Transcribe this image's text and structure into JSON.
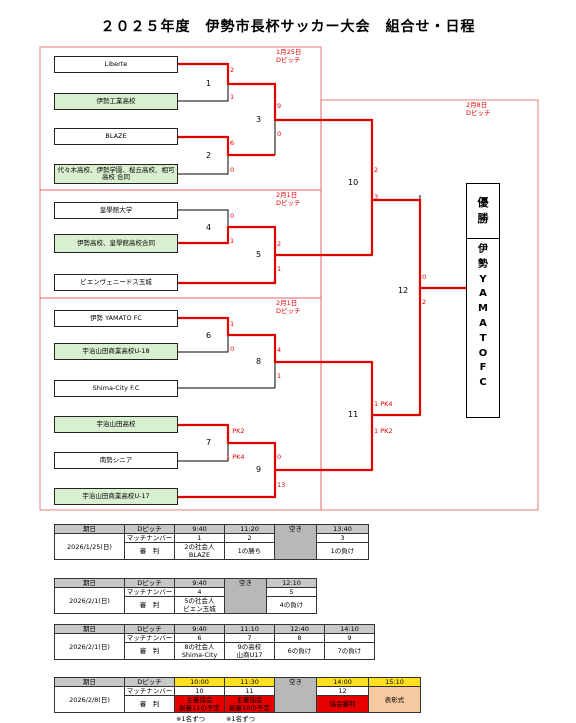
{
  "title": "２０２５年度　伊勢市長杯サッカー大会　組合せ・日程",
  "bracket": {
    "teams": [
      {
        "label": "Liberte",
        "green": false
      },
      {
        "label": "伊勢工業高校",
        "green": true
      },
      {
        "label": "BLAZE",
        "green": false
      },
      {
        "label": "代々木高校、伊勢学園、桜丘高校、相可高校 合同",
        "green": true
      },
      {
        "label": "皇學館大学",
        "green": false
      },
      {
        "label": "伊勢高校、皇學館高校合同",
        "green": true
      },
      {
        "label": "ビエンヴェニードス玉城",
        "green": false
      },
      {
        "label": "伊勢 YAMATO FC",
        "green": false
      },
      {
        "label": "宇治山田商業高校U-18",
        "green": true
      },
      {
        "label": "Shima-City F.C",
        "green": false
      },
      {
        "label": "宇治山田高校",
        "green": true
      },
      {
        "label": "南勢シニア",
        "green": false
      },
      {
        "label": "宇治山田商業高校U-17",
        "green": true
      }
    ],
    "match_numbers": [
      "1",
      "2",
      "3",
      "4",
      "5",
      "6",
      "7",
      "8",
      "9",
      "10",
      "11",
      "12"
    ],
    "scores": [
      "2",
      "1",
      "6",
      "0",
      "9",
      "0",
      "0",
      "1",
      "1",
      "2",
      "1",
      "0",
      "4",
      "1",
      "1 PK2",
      "1 PK4",
      "0",
      "13",
      "2",
      "3",
      "1 PK4",
      "1 PK2",
      "0",
      "2"
    ],
    "notes": [
      "1月25日\nDピッチ",
      "2月1日\nDピッチ",
      "2月1日\nDピッチ",
      "2月8日\nDピッチ"
    ],
    "champion": {
      "heading": [
        "優",
        "勝"
      ],
      "name": [
        "伊",
        "勢",
        "Y",
        "A",
        "M",
        "A",
        "T",
        "O",
        "F",
        "C"
      ]
    }
  },
  "schedule": {
    "header": {
      "date": "期日",
      "pitch": "Dピッチ",
      "match_no": "マッチナンバー",
      "referee": "審　判",
      "free": "空き"
    },
    "day1": {
      "date": "2026/1/25(日)",
      "times": [
        "9:40",
        "11:20",
        "13:40"
      ],
      "matches": [
        "1",
        "2",
        "3"
      ],
      "refs": [
        "2の社会人\nBLAZE",
        "1の勝ち",
        "1の負け"
      ]
    },
    "day2": {
      "date": "2026/2/1(日)",
      "times": [
        "9:40",
        "12:10"
      ],
      "matches": [
        "4",
        "5"
      ],
      "refs": [
        "5の社会人\nビエン玉城",
        "4の負け"
      ]
    },
    "day3": {
      "date": "2026/2/1(日)",
      "times": [
        "9:40",
        "11:10",
        "12:40",
        "14:10"
      ],
      "matches": [
        "6",
        "7",
        "8",
        "9"
      ],
      "refs": [
        "8の社会人\nShima-City",
        "9の高校\n山商U17",
        "6の負け",
        "7の負け"
      ]
    },
    "day4": {
      "date": "2026/2/8(日)",
      "times": [
        "10:00",
        "11:30",
        "14:00",
        "15:10"
      ],
      "matches": [
        "10",
        "11",
        "12"
      ],
      "refs": [
        "主審協会\n副審11の予定",
        "主審協会\n副審10の予定",
        "協会審判"
      ],
      "award": "表彰式",
      "footnotes": [
        "※1名ずつ",
        "※1名ずつ"
      ]
    }
  },
  "colors": {
    "line_red": "#e00000",
    "green_team": "#d9f0d0",
    "yellow": "#ffe020",
    "red_cell": "#e60000"
  }
}
